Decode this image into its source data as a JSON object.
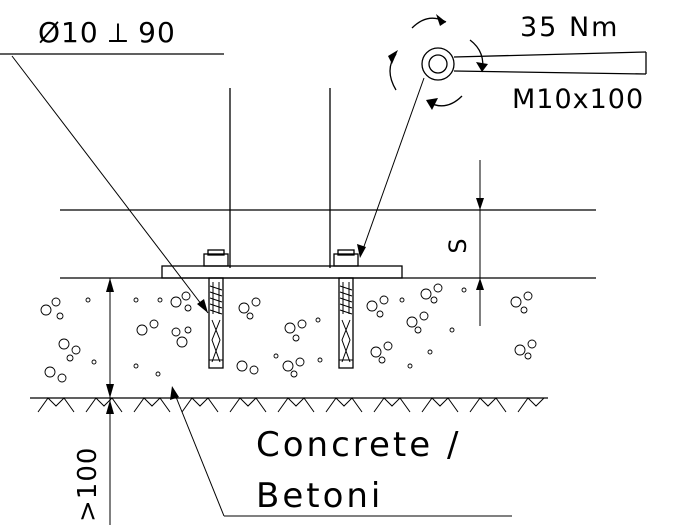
{
  "drill_callout": {
    "text": "Ø10 ⟂ 90"
  },
  "torque": {
    "value": "35 Nm",
    "bolt_size": "M10x100"
  },
  "gap_dimension": {
    "label": "S"
  },
  "depth_dimension": {
    "label": ">100"
  },
  "material": {
    "line1": "Concrete /",
    "line2": "Betoni"
  }
}
